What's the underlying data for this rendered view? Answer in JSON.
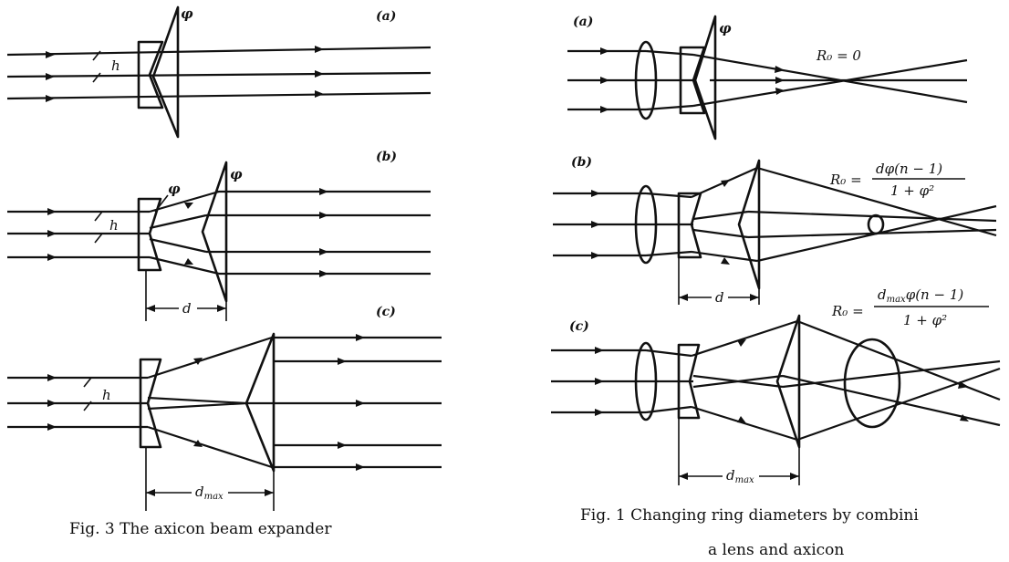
{
  "fig3": {
    "panel_a": "(a)",
    "panel_b": "(b)",
    "panel_c": "(c)",
    "phi": "φ",
    "h": "h",
    "d": "d",
    "dmax": "d",
    "dmax_sub": "max",
    "caption": "Fig. 3   The axicon beam expander"
  },
  "fig1": {
    "panel_a": "(a)",
    "panel_b": "(b)",
    "panel_c": "(c)",
    "phi": "φ",
    "d": "d",
    "dmax": "d",
    "dmax_sub": "max",
    "formula_a": "R₀ = 0",
    "formula_b_lhs": "R₀ =",
    "formula_b_num": "dφ(n − 1)",
    "formula_b_den": "1 + φ²",
    "formula_c_lhs": "R₀ =",
    "formula_c_num_d": "d",
    "formula_c_num_sub": "max",
    "formula_c_num_rest": "φ(n − 1)",
    "formula_c_den": "1 + φ²",
    "caption_line1": "Fig. 1  Changing ring diameters by combini",
    "caption_line2": "a lens and axicon"
  }
}
